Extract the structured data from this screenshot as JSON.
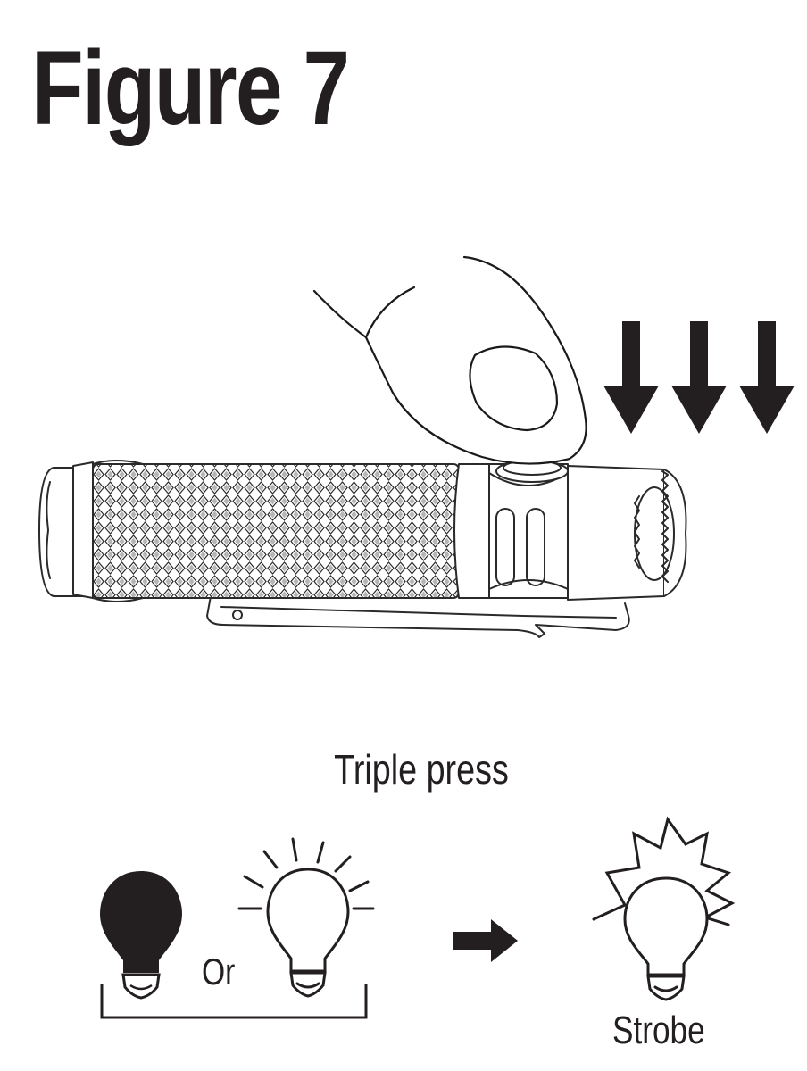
{
  "figure": {
    "title": "Figure 7",
    "caption": "Triple press"
  },
  "modes": {
    "separator_label": "Or",
    "result_label": "Strobe"
  },
  "icons": {
    "finger": "finger-press-icon",
    "arrows": "down-arrow-icon",
    "flashlight": "flashlight-icon",
    "bulb_off": "bulb-off-icon",
    "bulb_on": "bulb-on-icon",
    "next": "right-arrow-icon",
    "strobe": "strobe-bulb-icon"
  },
  "colors": {
    "ink": "#231f20",
    "line": "#2a2a2a",
    "background": "#ffffff"
  }
}
